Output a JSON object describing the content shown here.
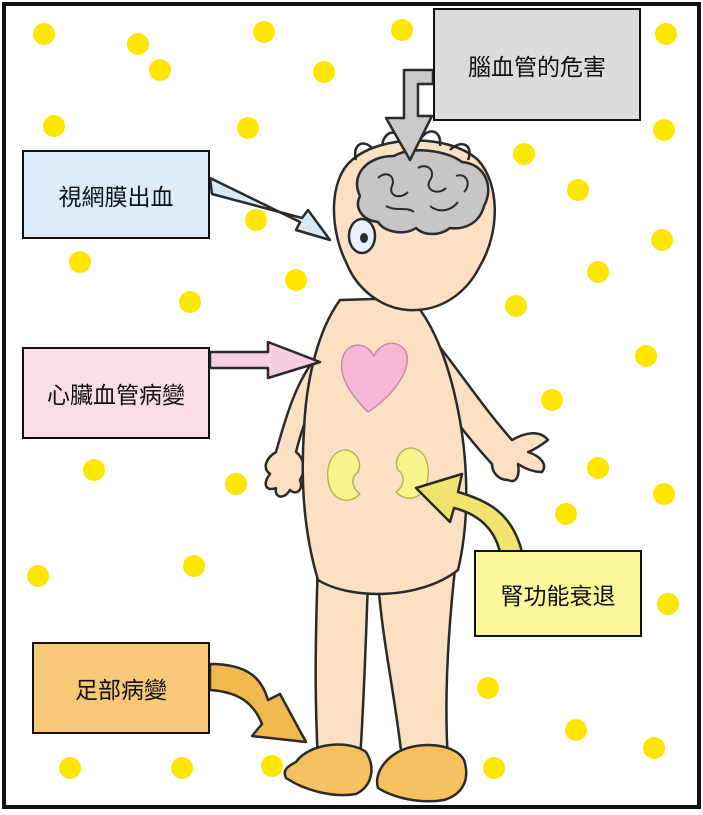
{
  "labels": {
    "brain": "腦血管的危害",
    "eye": "視網膜出血",
    "heart": "心臟血管病變",
    "kidney": "腎功能衰退",
    "foot": "足部病變"
  },
  "colors": {
    "frame": "#111111",
    "dots": "#ffe600",
    "skin": "#fce0c4",
    "skin_outline": "#2a2a2a",
    "brain_fill": "#c6c6c6",
    "heart_fill": "#f4b8d6",
    "kidney_fill": "#f8f38a",
    "feet_fill": "#f5c15e",
    "label_brain_bg": "#dcdcdc",
    "label_eye_bg": "#dcecfb",
    "label_heart_bg": "#fbdde8",
    "label_kidney_bg": "#fbf89c",
    "label_foot_bg": "#f6c877",
    "arrow_brain": "#c9c9c9",
    "arrow_eye": "#d5e9fb",
    "arrow_heart": "#f7cfe0",
    "arrow_kidney": "#f0e46e",
    "arrow_foot": "#f0b94e"
  }
}
